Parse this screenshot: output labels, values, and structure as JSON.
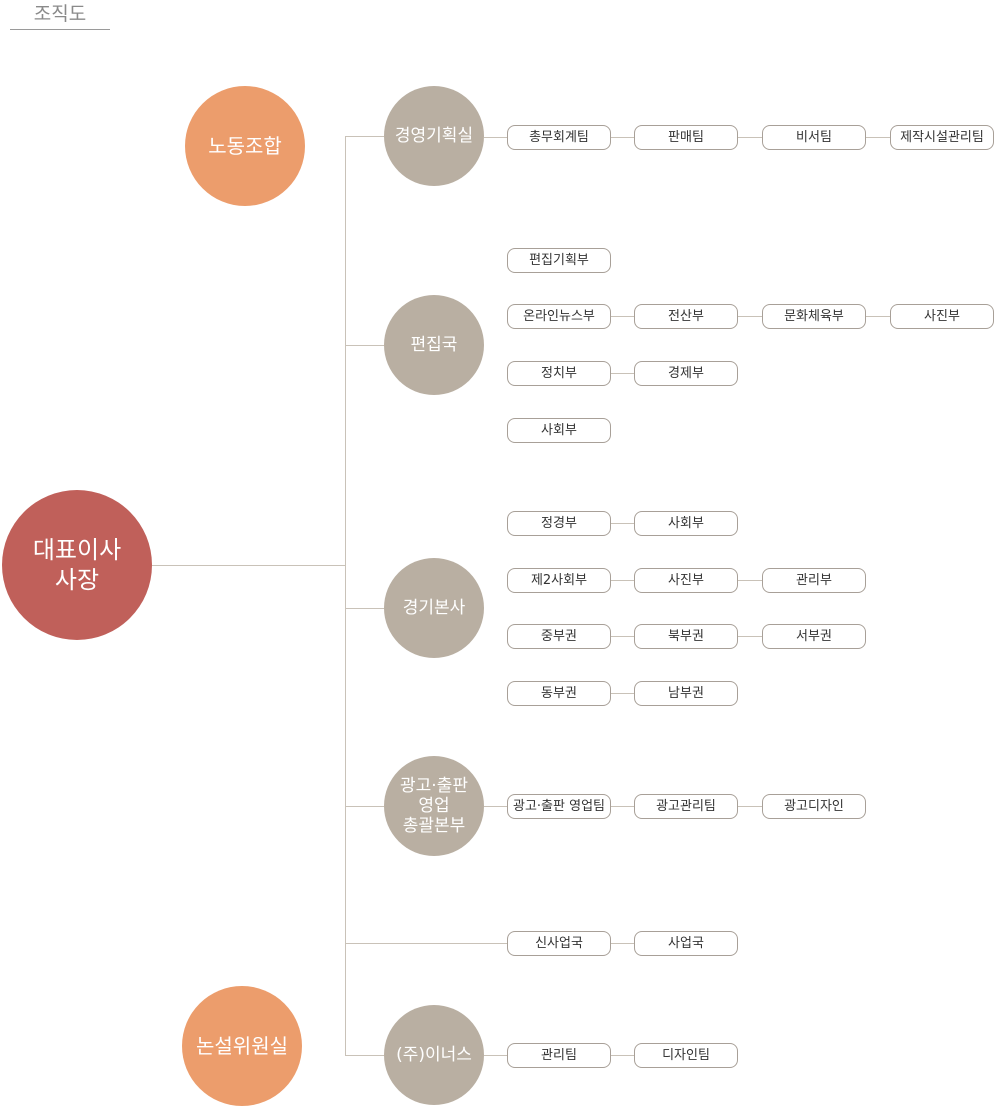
{
  "title": "조직도",
  "colors": {
    "ceo": "#c0605a",
    "independent": "#ec9d6c",
    "division": "#b9afa2",
    "box_border": "#a8a098",
    "connector": "#c9c2b8"
  },
  "ceo": {
    "label": "대표이사\n사장"
  },
  "independent_units": [
    {
      "label": "노동조합"
    },
    {
      "label": "논설위원실"
    }
  ],
  "divisions": [
    {
      "label": "경영기획실",
      "rows": [
        [
          "총무회계팀",
          "판매팀",
          "비서팀",
          "제작시설관리팀"
        ]
      ]
    },
    {
      "label": "편집국",
      "rows": [
        [
          "편집기획부"
        ],
        [
          "온라인뉴스부",
          "전산부",
          "문화체육부",
          "사진부"
        ],
        [
          "정치부",
          "경제부"
        ],
        [
          "사회부"
        ]
      ]
    },
    {
      "label": "경기본사",
      "rows": [
        [
          "정경부",
          "사회부"
        ],
        [
          "제2사회부",
          "사진부",
          "관리부"
        ],
        [
          "중부권",
          "북부권",
          "서부권"
        ],
        [
          "동부권",
          "남부권"
        ]
      ]
    },
    {
      "label": "광고·출판\n영업\n총괄본부",
      "rows": [
        [
          "광고·출판 영업팀",
          "광고관리팀",
          "광고디자인"
        ]
      ]
    },
    {
      "label": "",
      "rows": [
        [
          "신사업국",
          "사업국"
        ]
      ]
    },
    {
      "label": "(주)이너스",
      "rows": [
        [
          "관리팀",
          "디자인팀"
        ]
      ]
    }
  ]
}
